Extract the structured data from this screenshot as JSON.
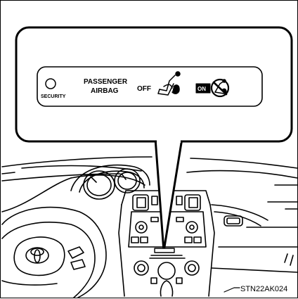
{
  "callout": {
    "security_label": "SECURITY",
    "passenger_line1": "PASSENGER",
    "passenger_line2": "AIRBAG",
    "off_label": "OFF",
    "on_label": "ON"
  },
  "figure_code": "STN22AK024",
  "icons": {
    "indicator_light": "security-indicator-icon",
    "airbag_off": "passenger-seat-airbag-off-icon",
    "airbag_on": "passenger-seat-airbag-on-icon",
    "steering_logo": "toyota-logo-icon"
  }
}
